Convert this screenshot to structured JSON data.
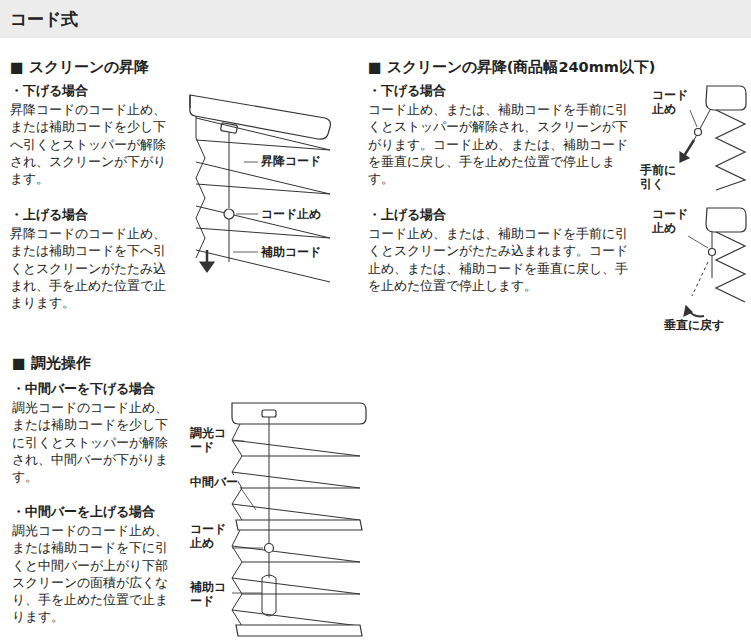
{
  "diagram": {
    "title": "コード式",
    "labels": [
      "■ スクリーンの昇降",
      "・下げる場合",
      "昇降コードのコード止め、または補助コードを少し下へ引くとストッパーが解除され、スクリーンが下がります。",
      "・上げる場合",
      "昇降コードのコード止め、または補助コードを下へ引くとスクリーンがたたみ込まれ、手を止めた位置で止まります。",
      "昇降コード",
      "コード止め",
      "補助コード",
      "■ スクリーンの昇降(商品幅240mm以下)",
      "・下げる場合",
      "コード止め、または、補助コードを手前に引くとストッパーが解除され、スクリーンが下がります。コード止め、または、補助コードを垂直に戻し、手を止めた位置で停止します。",
      "・上げる場合",
      "コード止め、または、補助コードを手前に引くとスクリーンがたたみ込まれます。コード止め、または、補助コードを垂直に戻し、手を止めた位置で停止します。",
      "コード止め",
      "手前に引く",
      "コード止め",
      "垂直に戻す",
      "■ 調光操作",
      "・中間バーを下げる場合",
      "調光コードのコード止め、または補助コードを少し下に引くとストッパーが解除され、中間バーが下がります。",
      "・中間バーを上げる場合",
      "調光コードのコード止め、または補助コードを下に引くと中間バーが上がり下部スクリーンの面積が広くなり、手を止めた位置で止まります。",
      "調光コード",
      "中間バー",
      "コード止め",
      "補助コード"
    ]
  }
}
